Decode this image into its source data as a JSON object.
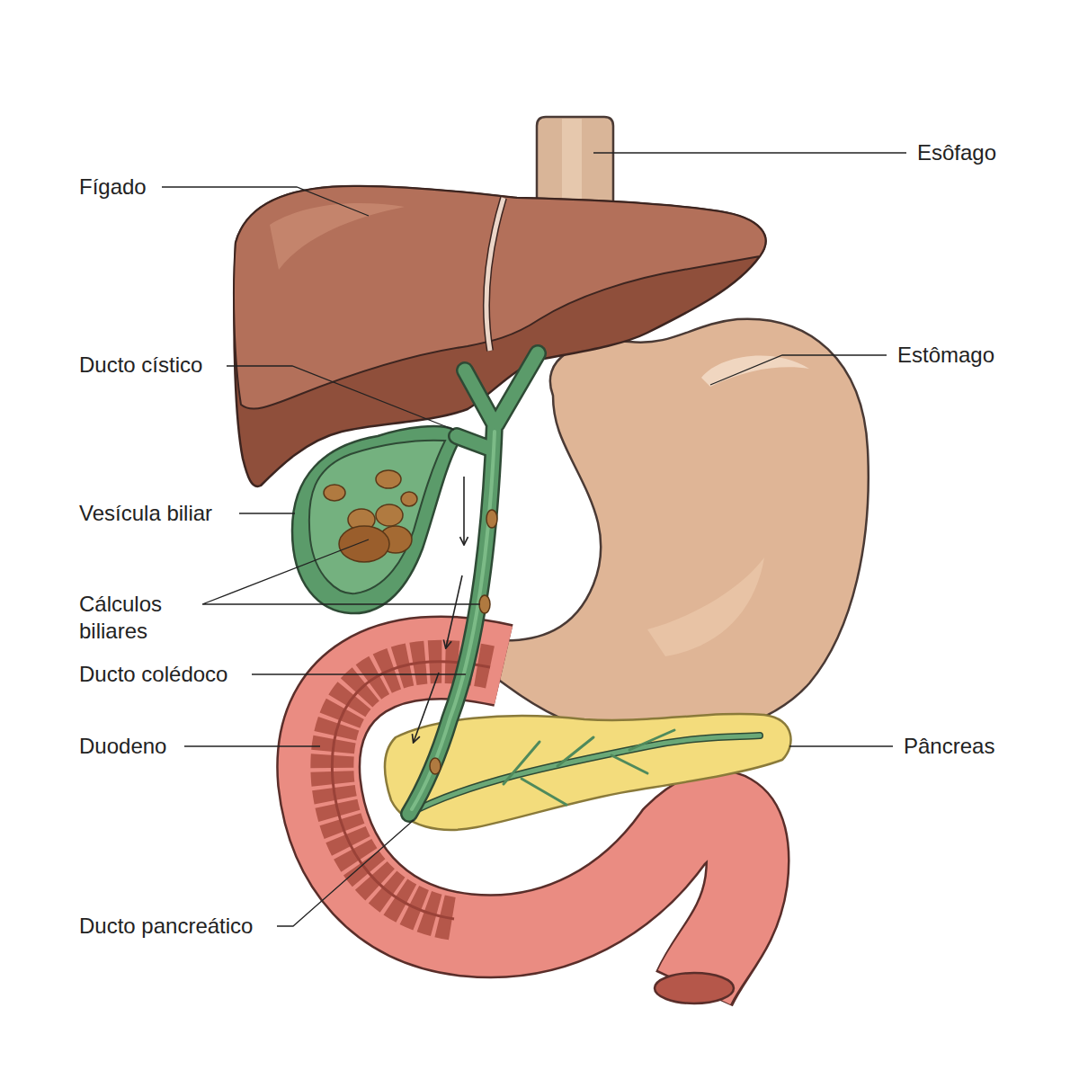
{
  "diagram": {
    "labels": [
      "Esôfago",
      "Fígado",
      "Estômago",
      "Ducto cístico",
      "Vesícula biliar",
      "Cálculos biliares",
      "Ducto colédoco",
      "Duodeno",
      "Pâncreas",
      "Ducto pancreático"
    ]
  }
}
